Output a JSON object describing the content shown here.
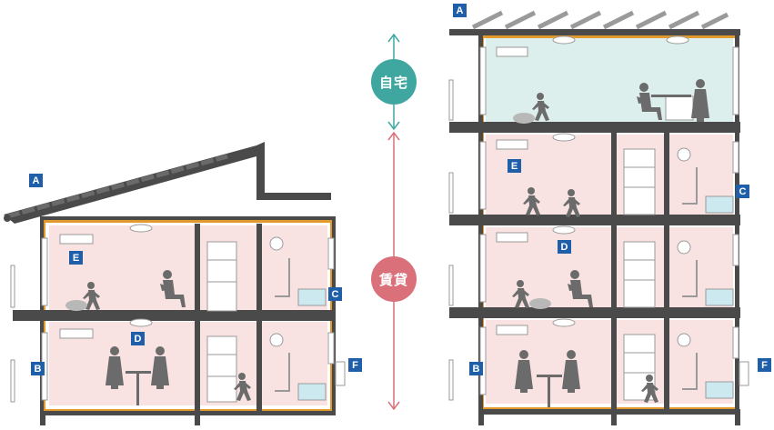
{
  "labels": {
    "owner_home": "自宅",
    "rental": "賃貸"
  },
  "markers": {
    "left_a": "A",
    "left_b": "B",
    "left_c": "C",
    "left_d": "D",
    "left_e": "E",
    "left_f": "F",
    "right_a": "A",
    "right_b": "B",
    "right_c": "C",
    "right_d": "D",
    "right_e": "E",
    "right_f": "F"
  },
  "colors": {
    "owner_home_accent": "#3fa7a0",
    "rental_accent": "#d9707a",
    "marker_blue": "#1f5ea8",
    "insulation_orange": "#e39a2d",
    "wall_dark": "#4a4a4a",
    "rental_room_fill": "#f9e3e2",
    "owner_room_fill": "#ddefec"
  }
}
